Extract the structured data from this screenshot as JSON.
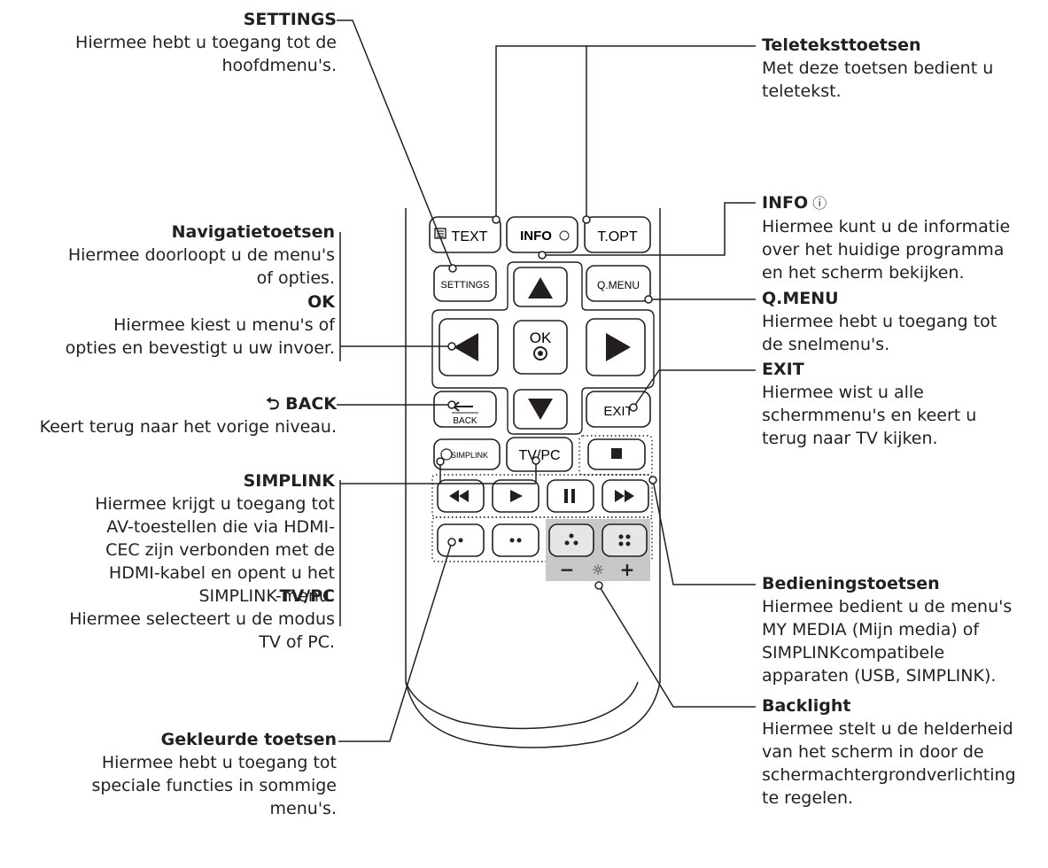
{
  "remote_buttons": {
    "text": "TEXT",
    "info": "INFO",
    "topt": "T.OPT",
    "settings": "SETTINGS",
    "qmenu": "Q.MENU",
    "ok": "OK",
    "back": "BACK",
    "exit": "EXIT",
    "simplink": "SIMPLINK",
    "tvpc": "TV/PC"
  },
  "labels": {
    "settings": {
      "title": "SETTINGS",
      "lines": [
        "Hiermee hebt u toegang tot de",
        "hoofdmenu's."
      ]
    },
    "navigatie": {
      "title": "Navigatietoetsen",
      "lines": [
        "Hiermee doorloopt u de menu's",
        "of opties."
      ]
    },
    "ok": {
      "title": "OK",
      "lines": [
        "Hiermee kiest u menu's of",
        "opties en bevestigt u uw invoer."
      ]
    },
    "back": {
      "title": "BACK",
      "lines": [
        "Keert terug naar het vorige niveau."
      ]
    },
    "simplink": {
      "title": "SIMPLINK",
      "lines": [
        "Hiermee krijgt u toegang tot",
        "AV-toestellen die via HDMI-",
        "CEC zijn verbonden met de",
        "HDMI-kabel en opent u het",
        "SIMPLINK-menu."
      ]
    },
    "tvpc": {
      "title": "TV/PC",
      "lines": [
        "Hiermee selecteert u de modus",
        "TV of PC."
      ]
    },
    "gekleurde": {
      "title": "Gekleurde toetsen",
      "lines": [
        "Hiermee hebt u toegang tot",
        "speciale functies in sommige",
        "menu's."
      ]
    },
    "teletekst": {
      "title": "Teleteksttoetsen",
      "lines": [
        "Met deze toetsen bedient u",
        "teletekst."
      ]
    },
    "info": {
      "title": "INFO",
      "lines": [
        "Hiermee kunt u de informatie",
        "over het huidige programma",
        "en het scherm bekijken."
      ]
    },
    "qmenu": {
      "title": "Q.MENU",
      "lines": [
        "Hiermee hebt u toegang tot",
        "de snelmenu's."
      ]
    },
    "exit": {
      "title": "EXIT",
      "lines": [
        "Hiermee wist u alle",
        "schermmenu's en keert u",
        "terug naar TV kijken."
      ]
    },
    "bediening": {
      "title": "Bedieningstoetsen",
      "lines": [
        "Hiermee bedient u de menu's",
        "MY MEDIA (Mijn media) of",
        "SIMPLINKcompatibele",
        "apparaten (USB, SIMPLINK)."
      ]
    },
    "backlight": {
      "title": "Backlight",
      "lines": [
        "Hiermee stelt u de helderheid",
        "van het scherm in door de",
        "schermachtergrondverlichting",
        "te regelen."
      ]
    }
  }
}
